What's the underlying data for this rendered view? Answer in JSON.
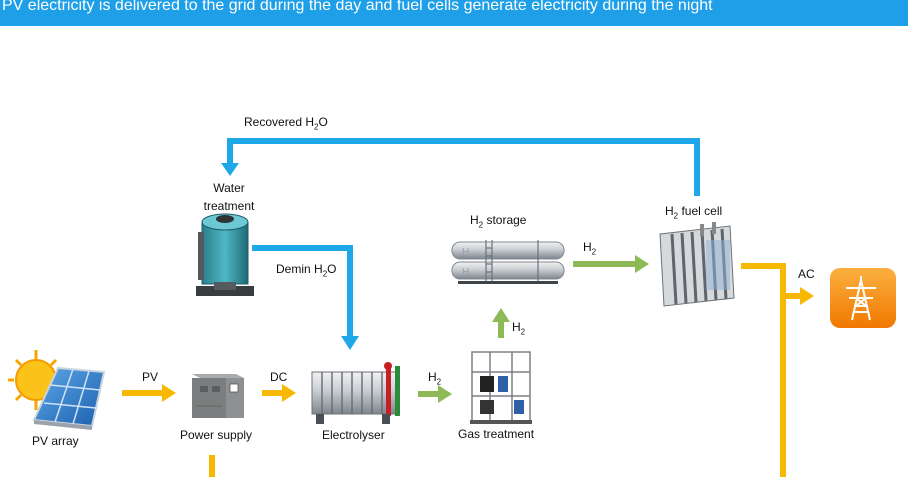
{
  "banner": {
    "text": "PV electricity is delivered to the grid during the day and fuel cells generate electricity during the night"
  },
  "labels": {
    "recovered": {
      "pre": "Recovered H",
      "sub": "2",
      "post": "O"
    },
    "water_treatment_line1": "Water",
    "water_treatment_line2": "treatment",
    "demin": {
      "pre": "Demin H",
      "sub": "2",
      "post": "O"
    },
    "h2_storage": {
      "pre": "H",
      "sub": "2",
      "post": " storage"
    },
    "h2_fuel_cell": {
      "pre": "H",
      "sub": "2",
      "post": " fuel cell"
    },
    "h2_to_fuelcell": {
      "pre": "H",
      "sub": "2"
    },
    "h2_from_gas": {
      "pre": "H",
      "sub": "2"
    },
    "h2_from_electrolyser": {
      "pre": "H",
      "sub": "2"
    },
    "ac": "AC",
    "pv": "PV",
    "dc": "DC",
    "pv_array": "PV array",
    "power_supply": "Power supply",
    "electrolyser": "Electrolyser",
    "gas_treatment": "Gas treatment"
  },
  "colors": {
    "banner": "#1e9fe8",
    "water_line": "#1ea8e8",
    "power_line": "#f6b800",
    "hydrogen_line": "#8db956",
    "grid_icon": "#f58a07"
  },
  "icons": [
    "sun-icon",
    "solar-panel-icon",
    "power-supply-icon",
    "electrolyser-icon",
    "gas-treatment-icon",
    "water-tank-icon",
    "h2-storage-tank-icon",
    "fuel-cell-stack-icon",
    "power-grid-tower-icon"
  ]
}
